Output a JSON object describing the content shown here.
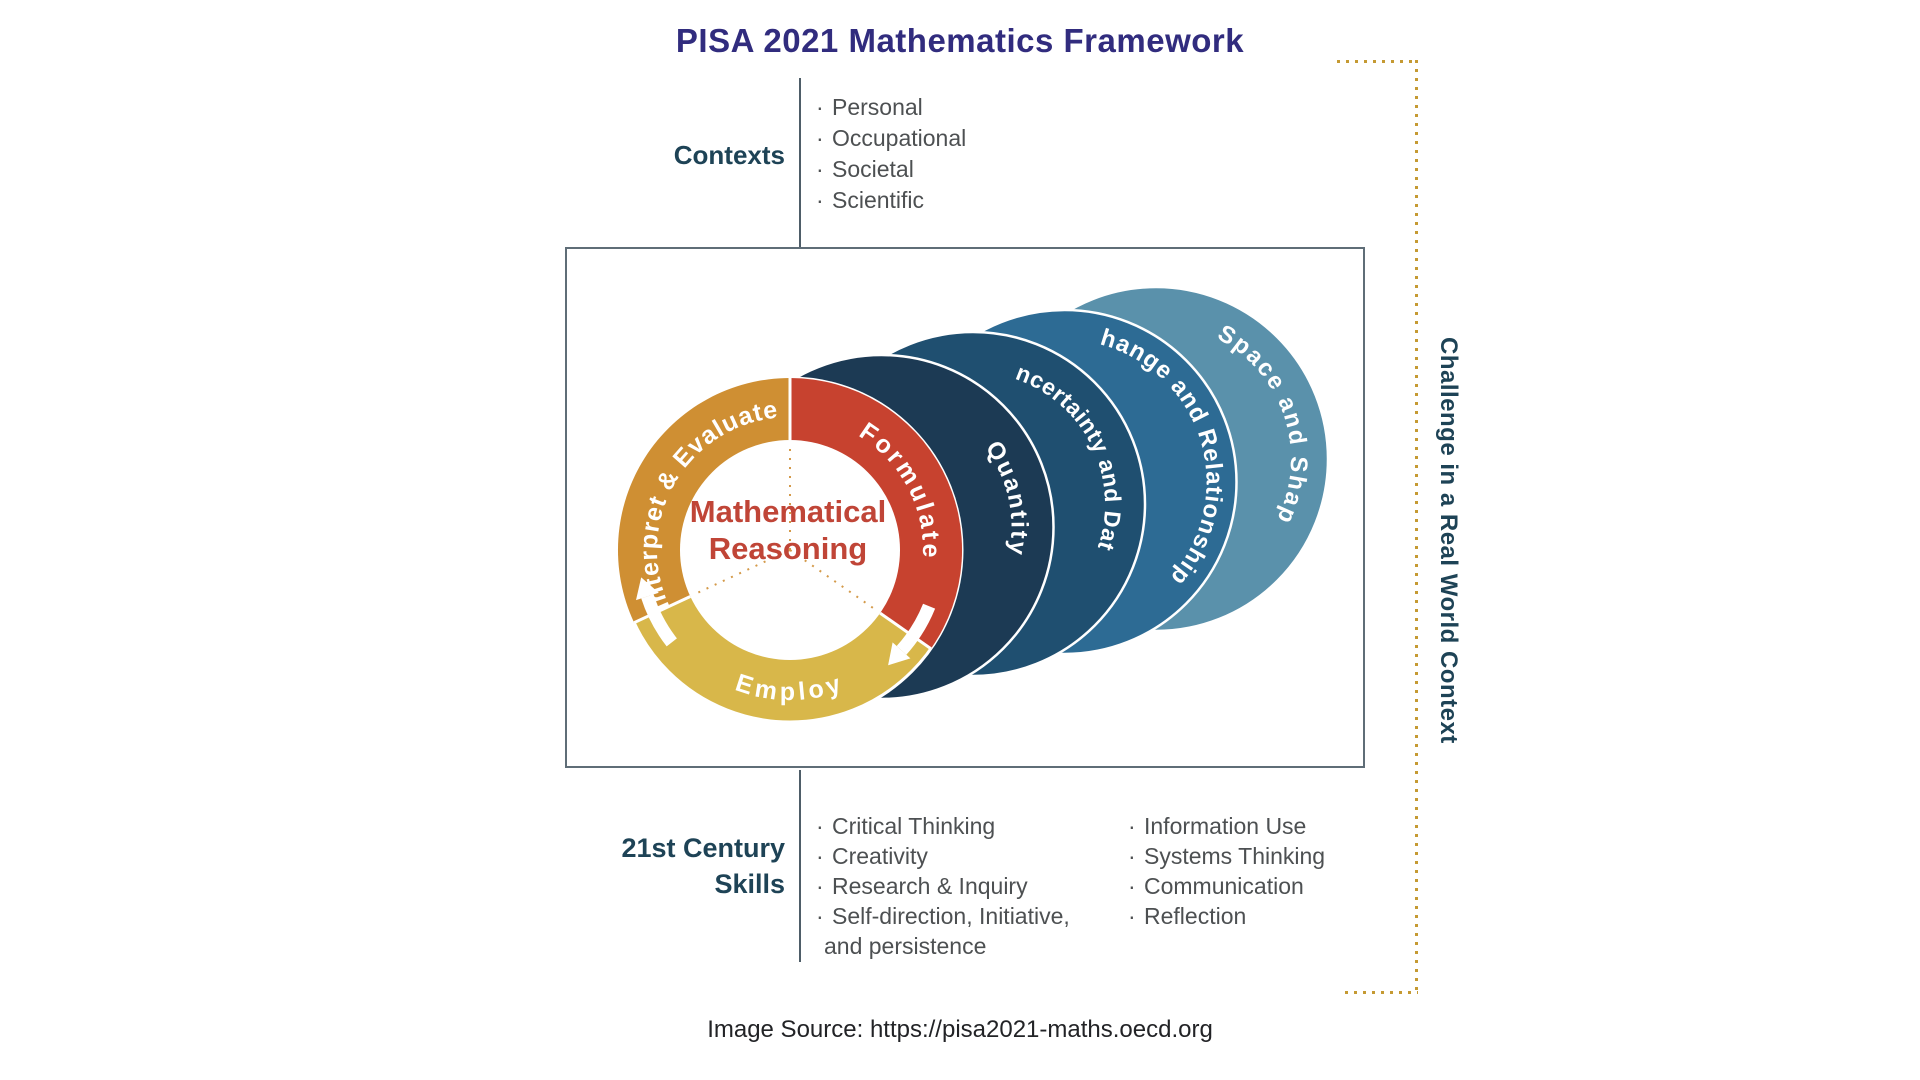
{
  "title": "PISA 2021 Mathematics Framework",
  "contexts": {
    "label": "Contexts",
    "items": [
      "Personal",
      "Occupational",
      "Societal",
      "Scientific"
    ]
  },
  "cycle": {
    "center_line1": "Mathematical",
    "center_line2": "Reasoning",
    "segments": [
      "Interpret & Evaluate",
      "Formulate",
      "Employ"
    ]
  },
  "content_categories": [
    "Quantity",
    "Uncertainty and Data",
    "Change and Relationships",
    "Space and Shape"
  ],
  "right_label": "Challenge in a Real World Context",
  "skills": {
    "label_line1": "21st Century",
    "label_line2": "Skills",
    "column1": [
      {
        "text": "Critical Thinking",
        "bullet": true
      },
      {
        "text": "Creativity",
        "bullet": true
      },
      {
        "text": "Research & Inquiry",
        "bullet": true
      },
      {
        "text": "Self-direction, Initiative,",
        "bullet": true
      },
      {
        "text": "and persistence",
        "bullet": false
      }
    ],
    "column2": [
      "Information Use",
      "Systems Thinking",
      "Communication",
      "Reflection"
    ]
  },
  "source": "Image Source: https://pisa2021-maths.oecd.org",
  "colors": {
    "title": "#312c7e",
    "heading": "#1e4356",
    "text": "#4d5052",
    "line": "#4e5d68",
    "box_border": "#5f6d77",
    "bracket": "#c59a33",
    "ring_interpret": "#cf8f33",
    "ring_formulate": "#c7422f",
    "ring_employ": "#d8b74a",
    "ring_quantity": "#1c3a54",
    "ring_uncertainty": "#1f4f70",
    "ring_change": "#2d6b94",
    "ring_space": "#5a91ab",
    "center_text": "#c04537",
    "dotted_radial": "#d49a4a"
  }
}
